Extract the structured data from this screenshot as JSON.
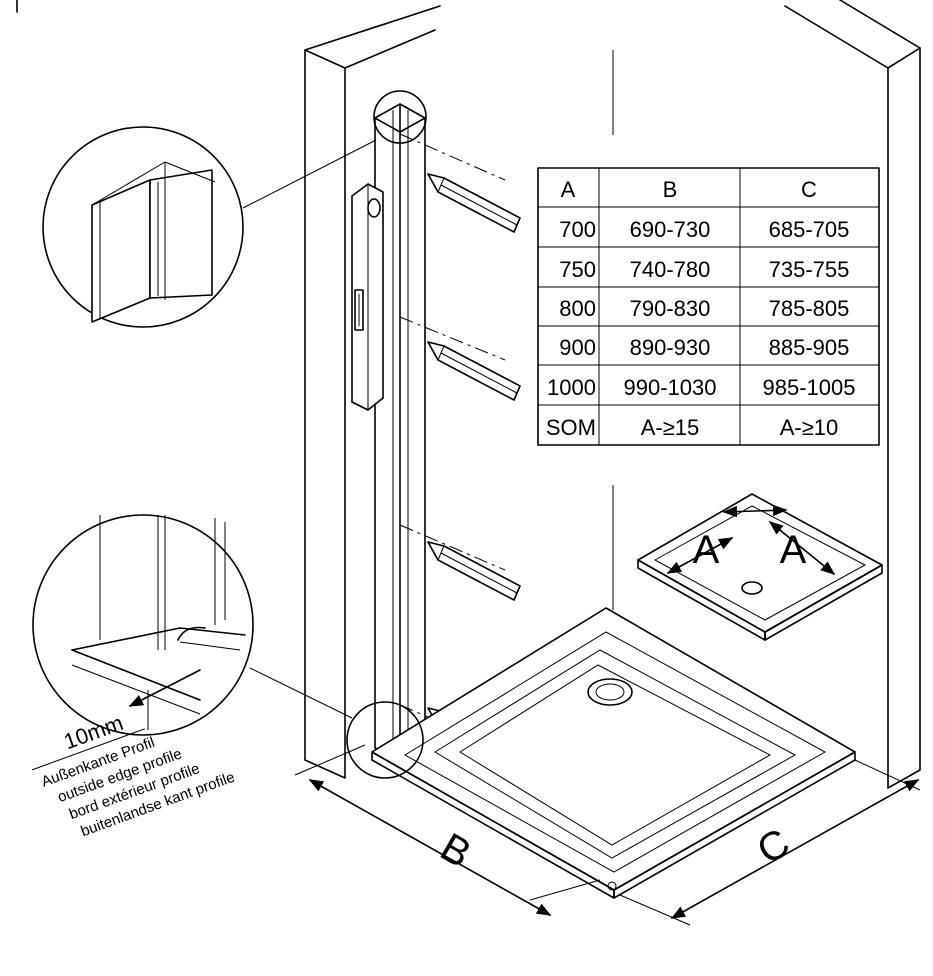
{
  "table": {
    "headers": [
      "A",
      "B",
      "C"
    ],
    "rows": [
      [
        "700",
        "690-730",
        "685-705"
      ],
      [
        "750",
        "740-780",
        "735-755"
      ],
      [
        "800",
        "790-830",
        "785-805"
      ],
      [
        "900",
        "890-930",
        "885-905"
      ],
      [
        "1000",
        "990-1030",
        "985-1005"
      ],
      [
        "SOM",
        "A-≥15",
        "A-≥10"
      ]
    ]
  },
  "tray_labels": {
    "a_left": "A",
    "a_right": "A"
  },
  "dimensions": {
    "b": "B",
    "c": "C"
  },
  "detail": {
    "measure": "10mm",
    "lines": [
      "Außenkante Profil",
      "outside edge profile",
      "bord extérieur profile",
      "buitenlandse kant profile"
    ]
  }
}
